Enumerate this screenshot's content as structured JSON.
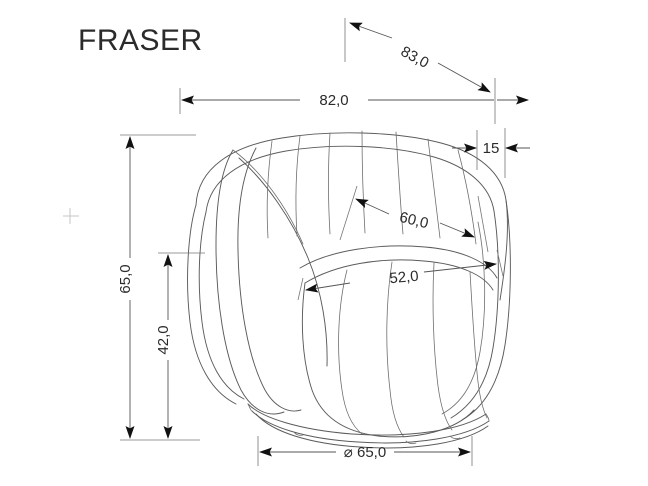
{
  "document": {
    "title": "FRASER",
    "type": "technical-dimension-drawing",
    "subject": "barrel swivel armchair",
    "background_color": "#ffffff",
    "line_color": "#5b5b5b",
    "text_color": "#2b2b2b"
  },
  "dimensions": {
    "overall_width": "82,0",
    "overall_diagonal_depth": "83,0",
    "arm_thickness": "15",
    "overall_height": "65,0",
    "seat_back_height": "42,0",
    "inner_back_width": "60,0",
    "seat_width": "52,0",
    "base_diameter": "⌀ 65,0"
  },
  "labels": [
    {
      "id": "width-82",
      "text": "82,0",
      "orientation": "horizontal"
    },
    {
      "id": "depth-83",
      "text": "83,0",
      "orientation": "diagonal"
    },
    {
      "id": "arm-15",
      "text": "15",
      "orientation": "horizontal"
    },
    {
      "id": "height-65",
      "text": "65,0",
      "orientation": "vertical"
    },
    {
      "id": "height-42",
      "text": "42,0",
      "orientation": "vertical"
    },
    {
      "id": "inner-60",
      "text": "60,0",
      "orientation": "diagonal"
    },
    {
      "id": "seat-52",
      "text": "52,0",
      "orientation": "diagonal"
    },
    {
      "id": "base-65",
      "text": "⌀ 65,0",
      "orientation": "horizontal"
    }
  ]
}
